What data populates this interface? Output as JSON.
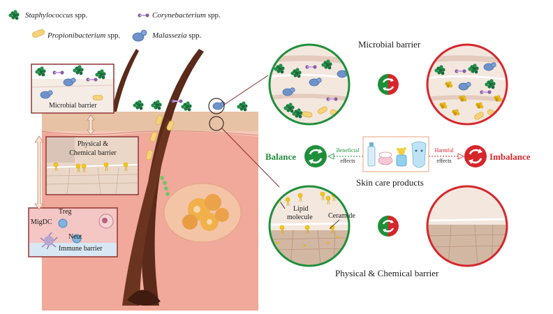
{
  "legend": {
    "staph_name": "Staphylococcus",
    "staph_suffix": "spp.",
    "coryne_name": "Corynebacterium",
    "coryne_suffix": "spp.",
    "propioni_name": "Propionibacterium",
    "propioni_suffix": "spp.",
    "malassezia_name": "Malassezia",
    "malassezia_suffix": "spp."
  },
  "left": {
    "microbial_barrier": "Microbial barrier",
    "physical_line1": "Physical &",
    "physical_line2": "Chemical barrier",
    "treg": "Treg",
    "migdc": "MigDC",
    "neut": "Neut",
    "immune_barrier": "Immune barrier"
  },
  "right": {
    "microbial_title": "Microbial barrier",
    "physical_title": "Physical & Chemical barrier",
    "balance": "Balance",
    "imbalance": "Imbalance",
    "beneficial_line1": "Beneficial",
    "beneficial_line2": "effects",
    "harmful_line1": "Harmful",
    "harmful_line2": "effects",
    "skin_care": "Skin care products",
    "lipid_line1": "Lipid",
    "lipid_line2": "molecule",
    "ceramide": "Ceramide"
  },
  "colors": {
    "balance_green": "#1f8f3a",
    "imbalance_red": "#d6262b",
    "skin_pink": "#f3b6a6",
    "epidermis_tan": "#e8c2a4",
    "hair_brown": "#5a2a1a",
    "staph_green": "#1b7a3c",
    "coryne_purple": "#8a5fa8",
    "propioni_yellow": "#f5d27a",
    "malassezia_blue": "#6f93c9",
    "lipid_yellow": "#f2c71a"
  },
  "icons": [
    "staphylococcus-cluster-icon",
    "corynebacterium-rod-icon",
    "propionibacterium-rod-icon",
    "malassezia-yeast-icon",
    "balance-cycle-icon",
    "imbalance-cycle-icon",
    "split-cycle-icon",
    "cleanser-tube-icon",
    "cream-jar-icon",
    "serum-bottle-icon",
    "face-mask-icon"
  ]
}
